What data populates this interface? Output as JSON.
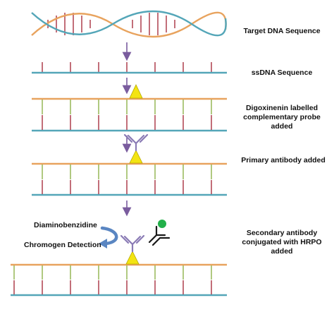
{
  "labels": {
    "target_dna": "Target DNA Sequence",
    "ssdna": "ssDNA Sequence",
    "probe_l1": "Digoxinenin labelled",
    "probe_l2": "complementary probe",
    "probe_l3": "added",
    "primary": "Primary antibody added",
    "secondary_l1": "Secondary antibody",
    "secondary_l2": "conjugated with HRPO",
    "secondary_l3": "added",
    "diaminobenzidine": "Diaminobenzidine",
    "chromogen": "Chromogen Detection"
  },
  "colors": {
    "strand_top": "#e8a35e",
    "strand_bottom": "#54a6b8",
    "rung_red": "#a8303f",
    "rung_green": "#8fb24a",
    "arrow": "#7a5c9e",
    "digoxigenin": "#f3e412",
    "primary_antibody": "#8a7bb5",
    "secondary_antibody": "#1a1a1a",
    "hrpo": "#22b04a",
    "reaction_arrow": "#5a86c2"
  }
}
